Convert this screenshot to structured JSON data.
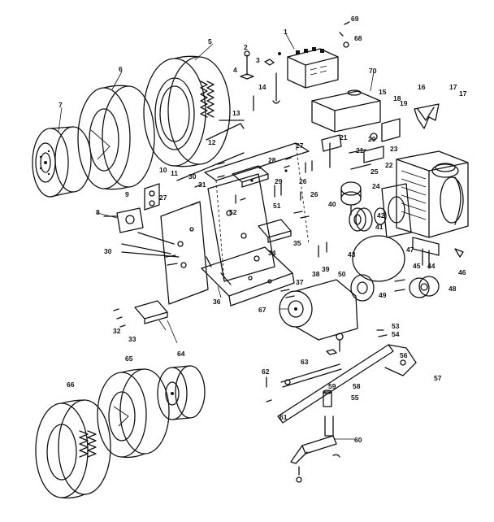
{
  "callouts": [
    {
      "id": "c1",
      "text": "1"
    },
    {
      "id": "c2",
      "text": "2"
    },
    {
      "id": "c3",
      "text": "3"
    },
    {
      "id": "c4",
      "text": "4"
    },
    {
      "id": "c5",
      "text": "5"
    },
    {
      "id": "c6",
      "text": "6"
    },
    {
      "id": "c7",
      "text": "7"
    },
    {
      "id": "c8",
      "text": "8"
    },
    {
      "id": "c9",
      "text": "9"
    },
    {
      "id": "c10a",
      "text": "10"
    },
    {
      "id": "c11a",
      "text": "11"
    },
    {
      "id": "c12",
      "text": "12"
    },
    {
      "id": "c13",
      "text": "13"
    },
    {
      "id": "c14",
      "text": "14"
    },
    {
      "id": "c15",
      "text": "15"
    },
    {
      "id": "c16",
      "text": "16"
    },
    {
      "id": "c17a",
      "text": "17"
    },
    {
      "id": "c17b",
      "text": "17"
    },
    {
      "id": "c18",
      "text": "18"
    },
    {
      "id": "c19",
      "text": "19"
    },
    {
      "id": "c20",
      "text": "20"
    },
    {
      "id": "c21a",
      "text": "21"
    },
    {
      "id": "c21b",
      "text": "21"
    },
    {
      "id": "c22",
      "text": "22"
    },
    {
      "id": "c23",
      "text": "23"
    },
    {
      "id": "c24",
      "text": "24"
    },
    {
      "id": "c25",
      "text": "25"
    },
    {
      "id": "c26a",
      "text": "26"
    },
    {
      "id": "c26b",
      "text": "26"
    },
    {
      "id": "c27a",
      "text": "27"
    },
    {
      "id": "c27b",
      "text": "27"
    },
    {
      "id": "c28",
      "text": "28"
    },
    {
      "id": "c29",
      "text": "29"
    },
    {
      "id": "c30a",
      "text": "30"
    },
    {
      "id": "c30b",
      "text": "30"
    },
    {
      "id": "c31",
      "text": "31"
    },
    {
      "id": "c32",
      "text": "32"
    },
    {
      "id": "c33",
      "text": "33"
    },
    {
      "id": "c34",
      "text": "34"
    },
    {
      "id": "c35",
      "text": "35"
    },
    {
      "id": "c36",
      "text": "36"
    },
    {
      "id": "c37",
      "text": "37"
    },
    {
      "id": "c38",
      "text": "38"
    },
    {
      "id": "c39",
      "text": "39"
    },
    {
      "id": "c40",
      "text": "40"
    },
    {
      "id": "c41",
      "text": "41"
    },
    {
      "id": "c42",
      "text": "42"
    },
    {
      "id": "c43",
      "text": "43"
    },
    {
      "id": "c44",
      "text": "44"
    },
    {
      "id": "c45",
      "text": "45"
    },
    {
      "id": "c46",
      "text": "46"
    },
    {
      "id": "c47",
      "text": "47"
    },
    {
      "id": "c48",
      "text": "48"
    },
    {
      "id": "c49",
      "text": "49"
    },
    {
      "id": "c50",
      "text": "50"
    },
    {
      "id": "c51",
      "text": "51"
    },
    {
      "id": "c52",
      "text": "52"
    },
    {
      "id": "c53",
      "text": "53"
    },
    {
      "id": "c54",
      "text": "54"
    },
    {
      "id": "c55",
      "text": "55"
    },
    {
      "id": "c56",
      "text": "56"
    },
    {
      "id": "c57",
      "text": "57"
    },
    {
      "id": "c58",
      "text": "58"
    },
    {
      "id": "c59",
      "text": "59"
    },
    {
      "id": "c60",
      "text": "60"
    },
    {
      "id": "c61",
      "text": "61"
    },
    {
      "id": "c62",
      "text": "62"
    },
    {
      "id": "c63",
      "text": "63"
    },
    {
      "id": "c64",
      "text": "64"
    },
    {
      "id": "c65",
      "text": "65"
    },
    {
      "id": "c66",
      "text": "66"
    },
    {
      "id": "c67",
      "text": "67"
    },
    {
      "id": "c68",
      "text": "68"
    },
    {
      "id": "c69",
      "text": "69"
    },
    {
      "id": "c70",
      "text": "70"
    }
  ]
}
